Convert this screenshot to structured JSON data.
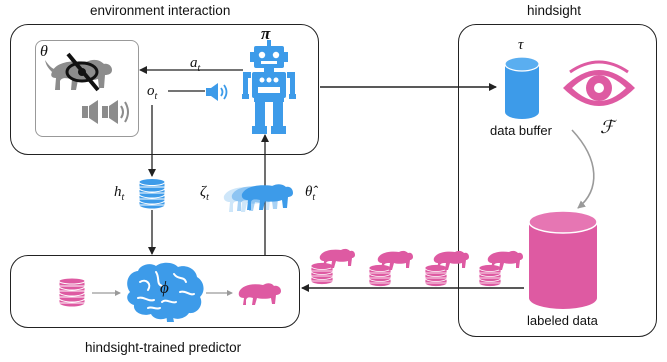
{
  "titles": {
    "environment": "environment interaction",
    "hindsight": "hindsight",
    "predictor": "hindsight-trained predictor"
  },
  "labels": {
    "theta": "θ",
    "a_t": "a",
    "a_sub": "t",
    "o_t": "o",
    "o_sub": "t",
    "pi": "π",
    "tau": "τ",
    "F": "ℱ",
    "h_t": "h",
    "h_sub": "t",
    "zeta_t": "ζ",
    "zeta_sub": "t",
    "theta_hat": "θ̂",
    "theta_hat_sub": "t",
    "phi": "ϕ"
  },
  "captions": {
    "data_buffer": "data buffer",
    "labeled_data": "labeled data"
  },
  "colors": {
    "blue": "#3d9be9",
    "pink": "#de5aa2",
    "gray": "#8c8c8c",
    "line": "#222222"
  },
  "icons": [
    "hidden-tiger-icon",
    "speaker-icon",
    "robot-icon",
    "database-icon",
    "eye-icon",
    "brain-icon",
    "tiger-icon"
  ]
}
